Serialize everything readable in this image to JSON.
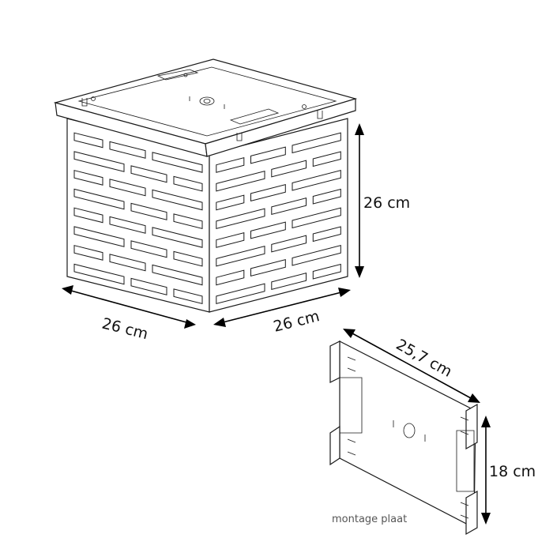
{
  "dimensions": {
    "height": "26 cm",
    "width_left": "26 cm",
    "width_right": "26 cm",
    "plate_length": "25,7 cm",
    "plate_height": "18 cm"
  },
  "plate_caption": "montage plaat"
}
